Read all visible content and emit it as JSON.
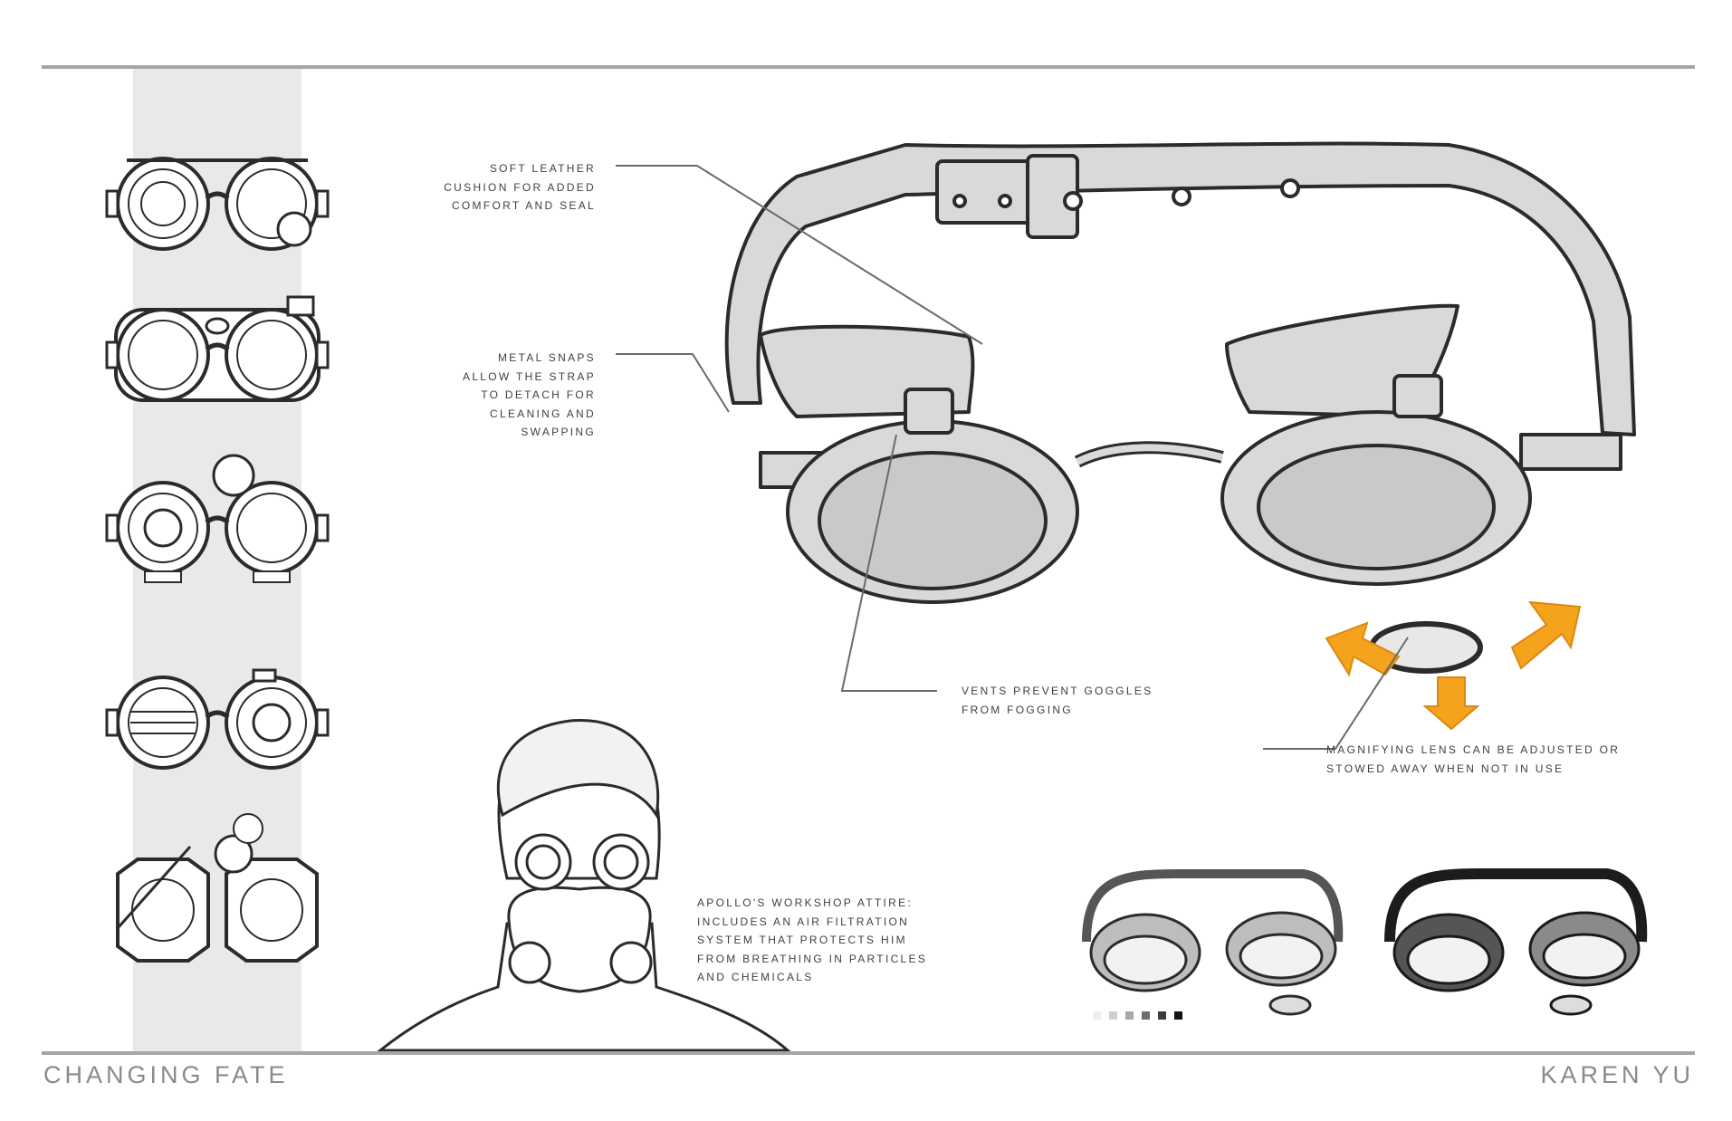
{
  "footer": {
    "project_title": "CHANGING FATE",
    "artist": "KAREN YU"
  },
  "callouts": {
    "leather_cushion": "SOFT LEATHER\nCUSHION FOR ADDED\nCOMFORT AND SEAL",
    "metal_snaps": "METAL SNAPS\nALLOW THE STRAP\nTO DETACH FOR\nCLEANING AND\nSWAPPING",
    "vents": "VENTS PREVENT GOGGLES\nFROM FOGGING",
    "magnifying_lens": "MAGNIFYING LENS CAN BE ADJUSTED OR\nSTOWED AWAY WHEN NOT IN USE",
    "workshop_attire": "APOLLO'S WORKSHOP ATTIRE:\nINCLUDES AN AIR FILTRATION\nSYSTEM THAT PROTECTS HIM\nFROM BREATHING IN PARTICLES\nAND CHEMICALS"
  },
  "colors": {
    "rule": "#a6a6a6",
    "band": "#ebe8e8",
    "goggle_fill": "#d9d9d9",
    "arrow": "#f5a21c",
    "ink": "#2b2b2b"
  },
  "swatches": [
    "#eeeeee",
    "#cfcfcf",
    "#a8a8a8",
    "#6e6e6e",
    "#3c3c3c",
    "#111111"
  ]
}
